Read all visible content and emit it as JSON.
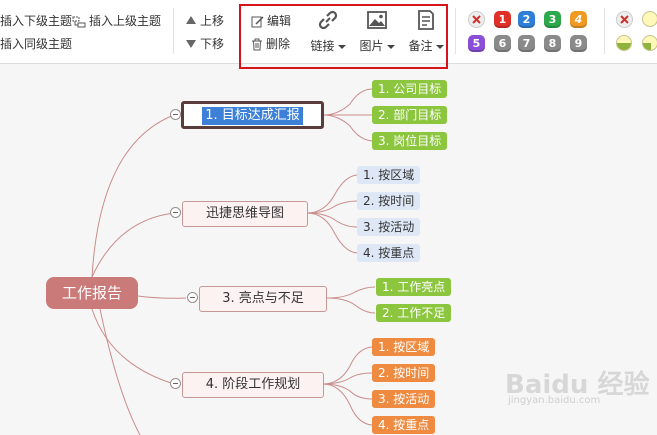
{
  "toolbar": {
    "insert_child": "插入下级主题",
    "insert_parent": "插入上级主题",
    "insert_sibling": "插入同级主题",
    "move_up": "上移",
    "move_down": "下移",
    "edit": "编辑",
    "delete": "删除",
    "link": "链接",
    "image": "图片",
    "note": "备注",
    "priority_badges": [
      "1",
      "2",
      "3",
      "4",
      "5",
      "6",
      "7",
      "8",
      "9"
    ],
    "colors": {
      "highlight_box": "#d7141a",
      "badge_red": "#e0302a",
      "badge_blue": "#2f7fd8",
      "badge_green": "#2da84a",
      "badge_orange": "#f09a24",
      "badge_purple": "#8a4fd6",
      "badge_gray": "#8a8a8a"
    }
  },
  "mindmap": {
    "root": "工作报告",
    "branches": [
      {
        "label": "1. 目标达成汇报",
        "selected": true,
        "children": [
          "1. 公司目标",
          "2. 部门目标",
          "3. 岗位目标"
        ],
        "child_color": "green"
      },
      {
        "label": "迅捷思维导图",
        "children": [
          "1. 按区域",
          "2. 按时间",
          "3. 按活动",
          "4. 按重点"
        ],
        "child_color": "blue"
      },
      {
        "label": "3. 亮点与不足",
        "children": [
          "1. 工作亮点",
          "2. 工作不足"
        ],
        "child_color": "green"
      },
      {
        "label": "4. 阶段工作规划",
        "children": [
          "1. 按区域",
          "2. 按时间",
          "3. 按活动",
          "4. 按重点"
        ],
        "child_color": "orange"
      }
    ]
  },
  "watermark": {
    "main": "Baidu 经验",
    "sub": "jingyan.baidu.com"
  }
}
